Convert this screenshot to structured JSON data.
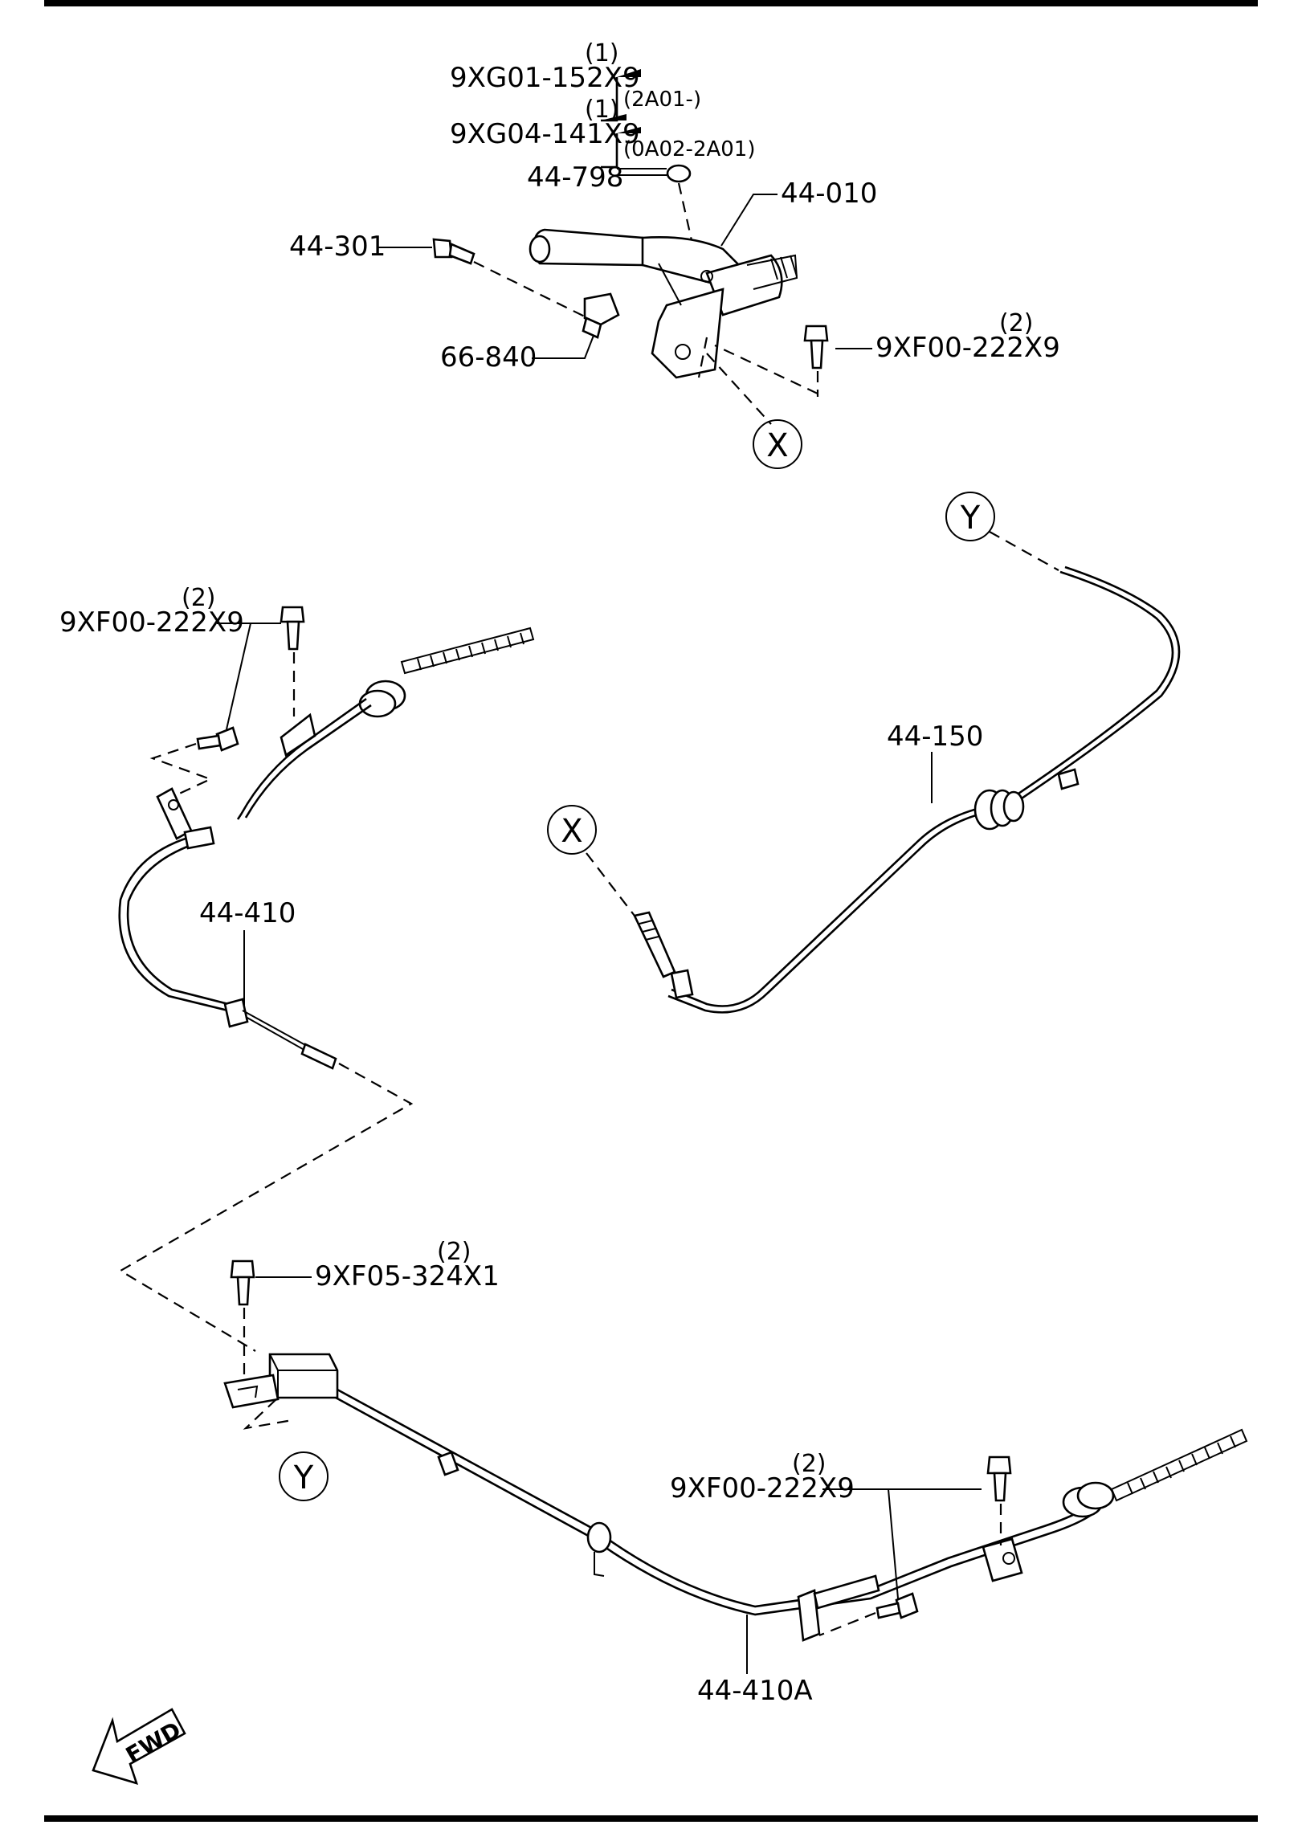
{
  "labels": {
    "p_9xg01": "9XG01-152X9",
    "p_9xg01_qty": "(1)",
    "p_9xg04": "9XG04-141X9",
    "p_9xg04_qty": "(1)",
    "note_2a01": "(2A01-)",
    "note_0a02": "(0A02-2A01)",
    "p_44_798": "44-798",
    "p_44_010": "44-010",
    "p_44_301": "44-301",
    "p_66_840": "66-840",
    "p_9xf00_a": "9XF00-222X9",
    "p_9xf00_a_qty": "(2)",
    "p_9xf00_b": "9XF00-222X9",
    "p_9xf00_b_qty": "(2)",
    "p_44_150": "44-150",
    "p_44_410": "44-410",
    "p_9xf05": "9XF05-324X1",
    "p_9xf05_qty": "(2)",
    "p_9xf00_c": "9XF00-222X9",
    "p_9xf00_c_qty": "(2)",
    "p_44_410a": "44-410A"
  },
  "refs": {
    "x_top": "X",
    "y_right": "Y",
    "x_mid": "X",
    "y_bottom": "Y"
  },
  "fwd": "FWD"
}
